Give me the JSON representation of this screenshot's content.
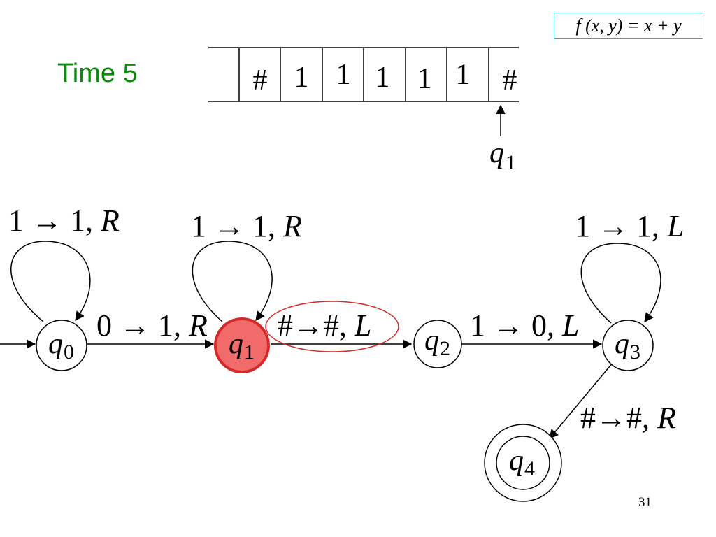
{
  "formula": "f (x, y) = x + y",
  "time_label": "Time 5",
  "tape": {
    "cells": [
      "",
      "#",
      "1",
      "1",
      "1",
      "1",
      "1",
      "#"
    ],
    "head_state": "q",
    "head_state_sub": "1"
  },
  "states": [
    {
      "id": "q0",
      "name": "q",
      "sub": "0",
      "accepting": false,
      "active": false
    },
    {
      "id": "q1",
      "name": "q",
      "sub": "1",
      "accepting": false,
      "active": true
    },
    {
      "id": "q2",
      "name": "q",
      "sub": "2",
      "accepting": false,
      "active": false
    },
    {
      "id": "q3",
      "name": "q",
      "sub": "3",
      "accepting": false,
      "active": false
    },
    {
      "id": "q4",
      "name": "q",
      "sub": "4",
      "accepting": true,
      "active": false
    }
  ],
  "transitions": {
    "q0_loop": {
      "read": "1",
      "write": "1",
      "move": "R"
    },
    "q1_loop": {
      "read": "1",
      "write": "1",
      "move": "R"
    },
    "q3_loop": {
      "read": "1",
      "write": "1",
      "move": "L"
    },
    "q0_q1": {
      "read": "0",
      "write": "1",
      "move": "R"
    },
    "q1_q2": {
      "read": "#",
      "write": "#",
      "move": "L"
    },
    "q2_q3": {
      "read": "1",
      "write": "0",
      "move": "L"
    },
    "q3_q4": {
      "read": "#",
      "write": "#",
      "move": "R"
    }
  },
  "colors": {
    "active_fill": "#f26b6b",
    "active_stroke": "#d62a2a",
    "highlight_ellipse": "#d62a2a",
    "time_color": "#0b8a0b",
    "formula_border": "#2fb0b0"
  },
  "page_number": "31"
}
